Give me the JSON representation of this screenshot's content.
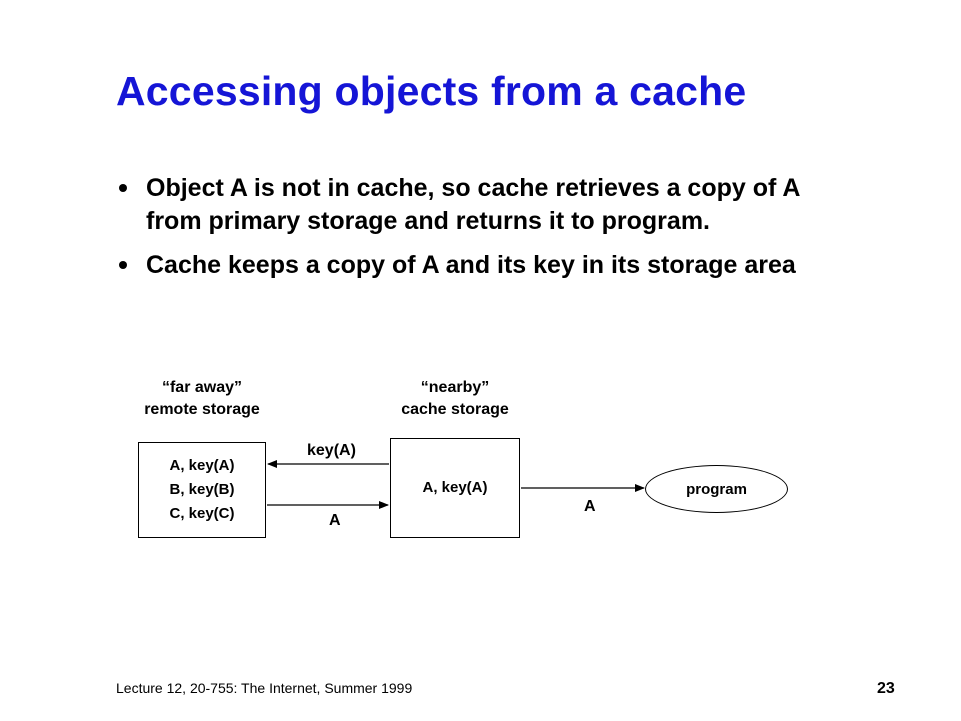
{
  "title": "Accessing objects from a cache",
  "bullets": [
    "Object A is not in cache, so cache retrieves a copy of A from primary storage and returns it to program.",
    "Cache keeps a copy of A and its key in its storage area"
  ],
  "diagram": {
    "remote_label_1": "“far away”",
    "remote_label_2": "remote storage",
    "cache_label_1": "“nearby”",
    "cache_label_2": "cache storage",
    "remote_box": [
      "A, key(A)",
      "B, key(B)",
      "C, key(C)"
    ],
    "cache_box": "A, key(A)",
    "program": "program",
    "arrow_key_label": "key(A)",
    "arrow_a_label_1": "A",
    "arrow_a_label_2": "A"
  },
  "footer": "Lecture 12, 20-755: The Internet, Summer 1999",
  "page_number": "23"
}
